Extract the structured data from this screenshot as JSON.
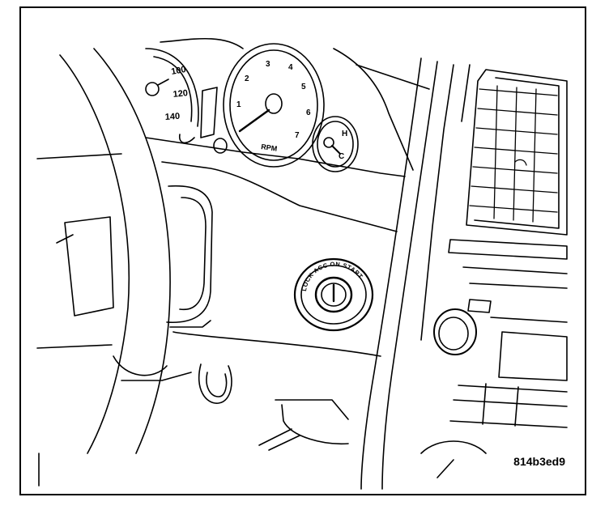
{
  "figure_id": "814b3ed9",
  "speedometer": {
    "labels": [
      "100",
      "120",
      "140"
    ]
  },
  "tachometer": {
    "labels": [
      "1",
      "2",
      "3",
      "4",
      "5",
      "6",
      "7"
    ],
    "unit": "RPM"
  },
  "temp_gauge": {
    "hot": "H",
    "cold": "C"
  },
  "ignition": {
    "positions": "LOCK ACC ON START"
  }
}
